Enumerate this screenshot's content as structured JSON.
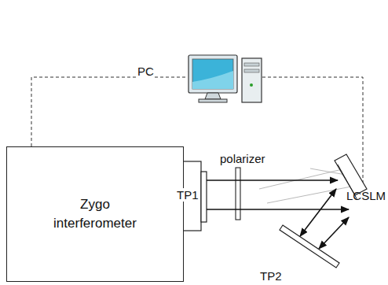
{
  "diagram": {
    "nodes": [
      {
        "text": [
          "Zygo interferometer"
        ]
      }
    ],
    "labels": [
      "PC",
      "polarizer",
      "TP1",
      "LCSLM",
      "TP2"
    ]
  }
}
